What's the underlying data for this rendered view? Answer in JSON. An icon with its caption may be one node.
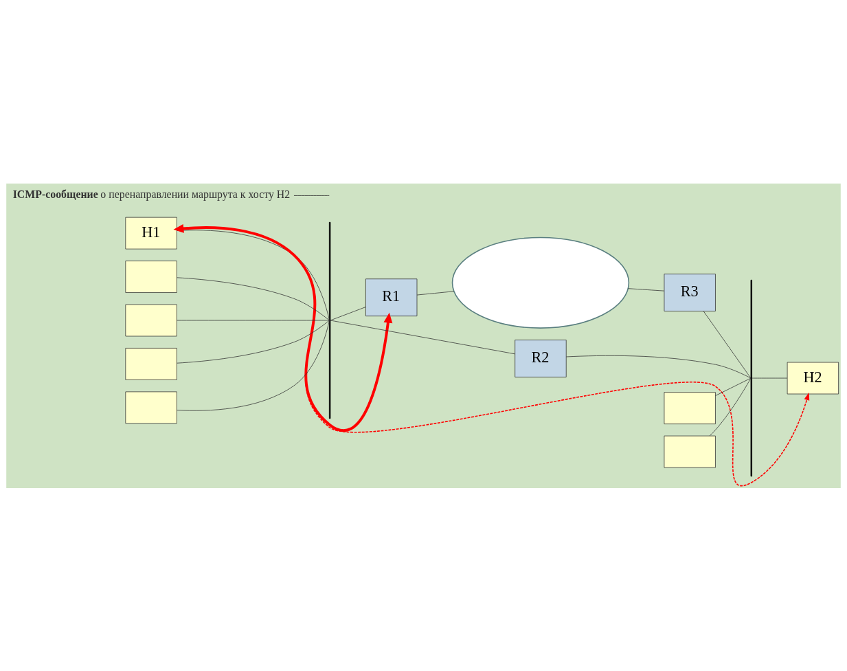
{
  "diagram": {
    "nodes": [
      {
        "text": [
          "H1"
        ]
      },
      {
        "text": [],
        "shape": "bar"
      },
      {
        "text": [
          "**ICMP-сообщение** о перенаправлении маршрута к хосту H2"
        ]
      },
      {
        "text": [
          "R1"
        ]
      },
      {
        "text": [],
        "shape": "box"
      },
      {
        "text": [],
        "shape": "cloud"
      },
      {
        "text": [],
        "shape": "box"
      },
      {
        "text": [],
        "shape": "box"
      },
      {
        "text": [],
        "shape": "box"
      },
      {
        "text": [
          "R3"
        ]
      },
      {
        "text": [],
        "shape": "bar"
      },
      {
        "text": [
          "R2"
        ]
      },
      {
        "text": [
          "H2"
        ]
      },
      {
        "text": [],
        "shape": "box"
      },
      {
        "text": [],
        "shape": "box"
      }
    ],
    "edges": [
      {
        "from": 0,
        "to": 1,
        "arrow": "none"
      },
      {
        "from": 1,
        "to": 3,
        "arrow": "none"
      },
      {
        "from": 3,
        "to": 5,
        "arrow": "none"
      },
      {
        "from": 4,
        "to": 1,
        "arrow": "none"
      },
      {
        "from": 6,
        "to": 1,
        "arrow": "none"
      },
      {
        "from": 7,
        "to": 1,
        "arrow": "none"
      },
      {
        "from": 8,
        "to": 1,
        "arrow": "none"
      },
      {
        "from": 1,
        "to": 11,
        "arrow": "none"
      },
      {
        "from": 11,
        "to": 10,
        "arrow": "none"
      },
      {
        "from": 5,
        "to": 9,
        "arrow": "none"
      },
      {
        "from": 9,
        "to": 10,
        "arrow": "none"
      },
      {
        "from": 10,
        "to": 12,
        "arrow": "none"
      },
      {
        "from": 13,
        "to": 10,
        "arrow": "none"
      },
      {
        "from": 14,
        "to": 10,
        "arrow": "none"
      },
      {
        "from": 0,
        "to": 3,
        "arrow": "both",
        "style": "thick",
        "color": "#ff0000"
      },
      {
        "from": 0,
        "to": 12,
        "arrow": "to",
        "style": "dashed",
        "color": "#ff0000"
      },
      {
        "from": 2,
        "to": null,
        "arrow": "none"
      }
    ]
  }
}
